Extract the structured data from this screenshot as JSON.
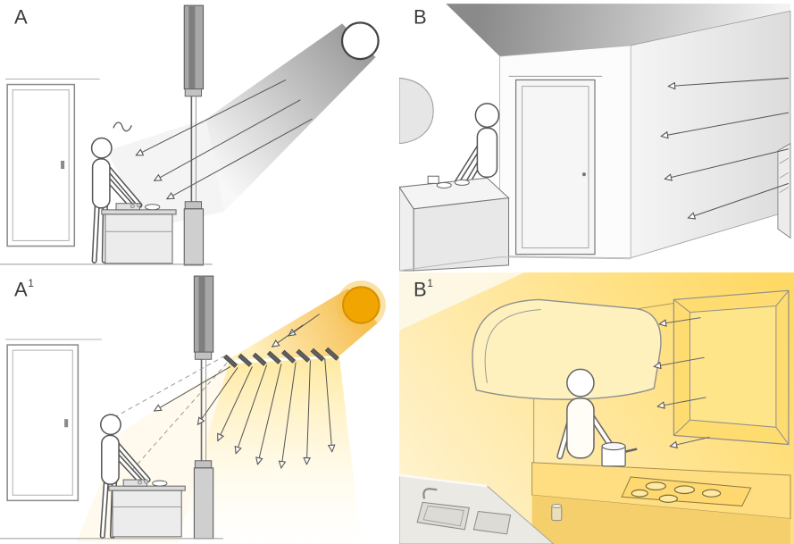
{
  "figure": {
    "name": "daylight-redirection-diagram",
    "panels": [
      {
        "label": "A",
        "sup": ""
      },
      {
        "label": "B",
        "sup": ""
      },
      {
        "label": "A",
        "sup": "1"
      },
      {
        "label": "B",
        "sup": "1"
      }
    ]
  },
  "colors": {
    "background": "#ffffff",
    "ink": "#555555",
    "beam_dark": "#8f8f8f",
    "beam_light": "#f7f7f7",
    "sun_white": "#ffffff",
    "sun_orange": "#F1A500",
    "sun_halo": "#F6C34E",
    "daylight_yellow": "#FFE9A0",
    "daylight_pale": "#FFF6DC",
    "room_yellow": "#FFD965",
    "room_yellow_pale": "#FFF2CC",
    "wall_gray": "#a7a7a7"
  }
}
